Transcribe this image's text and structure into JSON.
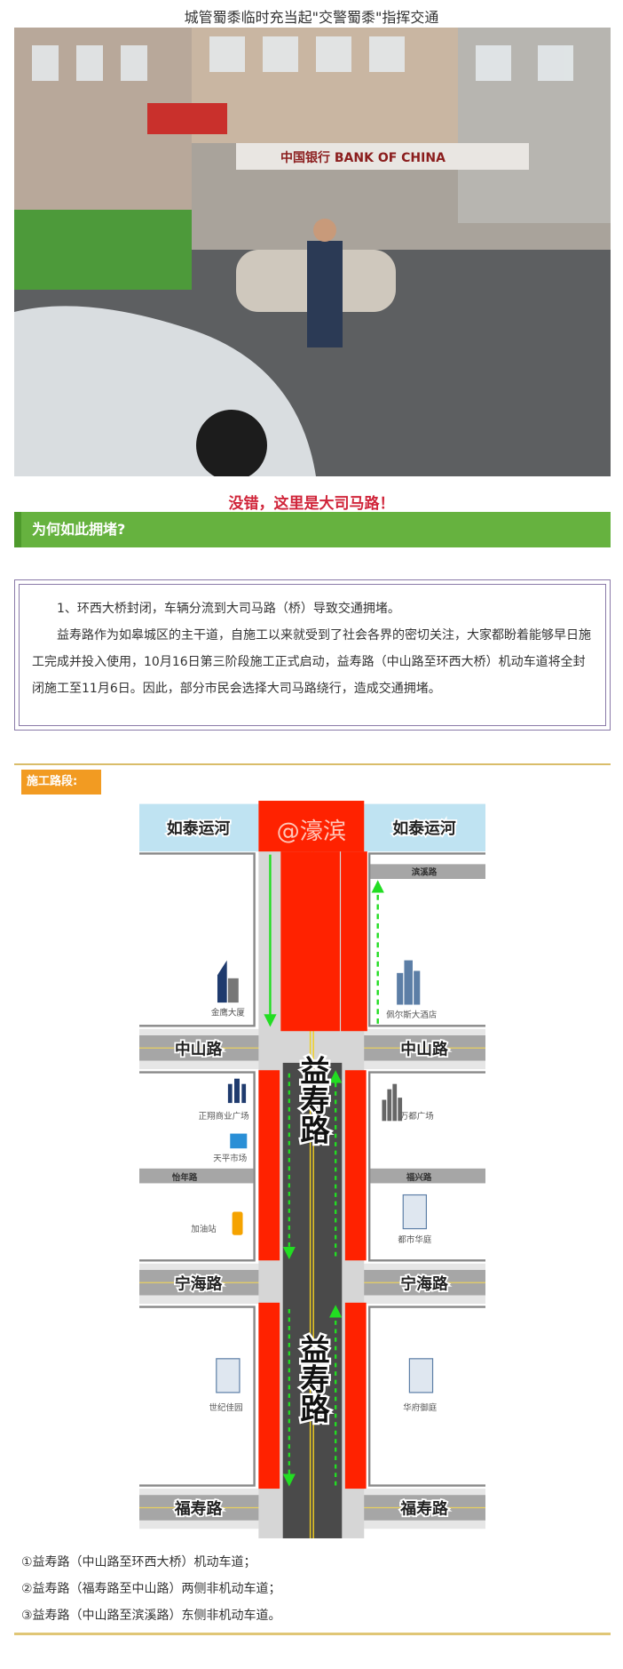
{
  "article": {
    "title": "城管蜀黍临时充当起\"交警蜀黍\"指挥交通",
    "photo_caption": "没错，这里是大司马路！",
    "section_heading": "为何如此拥堵?",
    "paragraph_1": "1、环西大桥封闭，车辆分流到大司马路（桥）导致交通拥堵。",
    "paragraph_2": "益寿路作为如皋城区的主干道，自施工以来就受到了社会各界的密切关注，大家都盼着能够早日施工完成并投入使用，10月16日第三阶段施工正式启动，益寿路（中山路至环西大桥）机动车道将全封闭施工至11月6日。因此，部分市民会选择大司马路绕行，造成交通拥堵。",
    "construction_label": "施工路段:",
    "list": [
      "①益寿路（中山路至环西大桥）机动车道；",
      "②益寿路（福寿路至中山路）两侧非机动车道；",
      "③益寿路（中山路至滨溪路）东侧非机动车道。"
    ]
  },
  "photo": {
    "signs": [
      "中国银行 BANK OF CHINA"
    ]
  },
  "map": {
    "river_left": "如泰运河",
    "river_right": "如泰运河",
    "watermark": "@濠滨",
    "main_road": "益寿路",
    "roads": {
      "binxi": "滨溪路",
      "zhongshan": "中山路",
      "yinian": "怡年路",
      "fuxing": "福兴路",
      "ninghai": "宁海路",
      "fushou": "福寿路"
    },
    "landmarks": {
      "jinying": "金鹰大厦",
      "peiersi": "佩尔斯大酒店",
      "zhengxiang": "正翔商业广场",
      "tianping": "天平市场",
      "gas": "加油站",
      "wandu": "万都广场",
      "dushi": "都市华庭",
      "shiji": "世纪佳园",
      "huafu": "华府御庭"
    },
    "colors": {
      "closed": "#ff2200",
      "detour": "#22dd22",
      "river": "#bfe3f2",
      "road": "#4a4a4a"
    }
  }
}
